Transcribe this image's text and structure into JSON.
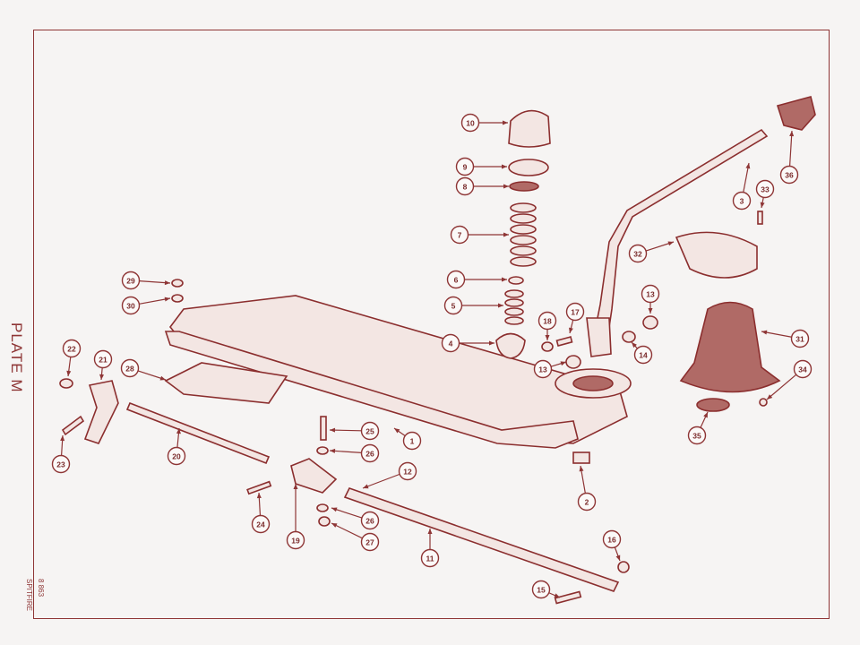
{
  "plate_title": "PLATE M",
  "plate_code": "8 863",
  "model": "SPITFIRE",
  "callouts": [
    "10",
    "9",
    "8",
    "7",
    "6",
    "5",
    "4",
    "18",
    "17",
    "13",
    "13",
    "14",
    "3",
    "33",
    "36",
    "32",
    "31",
    "34",
    "35",
    "29",
    "30",
    "22",
    "21",
    "28",
    "23",
    "20",
    "25",
    "26",
    "1",
    "2",
    "12",
    "24",
    "19",
    "26",
    "27",
    "11",
    "16",
    "15"
  ],
  "colors": {
    "ink": "#8e3535",
    "paper": "#f6f4f3"
  }
}
